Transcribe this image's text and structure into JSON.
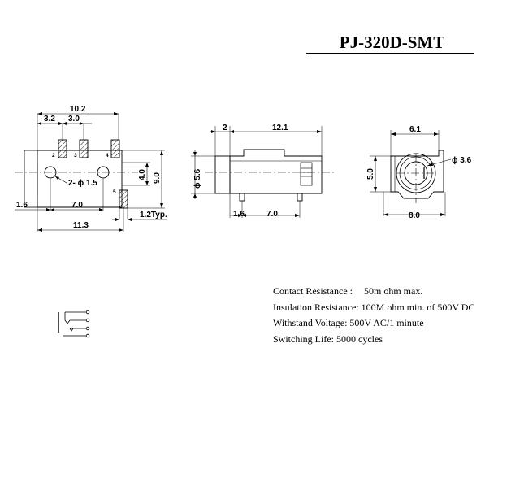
{
  "title": "PJ-320D-SMT",
  "specs": {
    "contact_resistance": {
      "label": "Contact Resistance :",
      "value": "50m ohm max."
    },
    "insulation_resistance": "Insulation Resistance: 100M ohm min. of 500V DC",
    "withstand_voltage": "Withstand Voltage: 500V AC/1 minute",
    "switching_life": "Switching Life: 5000 cycles"
  },
  "footprint_view": {
    "dim_overall_width": "10.2",
    "dim_pad_offset": "3.2",
    "dim_pad_pitch": "3.0",
    "dim_edge_hole": "1.6",
    "dim_hole_spacing": "7.0",
    "dim_body_length": "11.3",
    "dim_inner_height": "4.0",
    "dim_overall_height": "9.0",
    "dim_pad_width": "1.2Typ.",
    "hole_callout": "2- ϕ 1.5",
    "pin_labels": [
      "2",
      "3",
      "4",
      "5"
    ]
  },
  "side_view": {
    "dim_flange": "2",
    "dim_body": "12.1",
    "dim_diameter": "ϕ 5.6",
    "dim_pin_offset": "1.6",
    "dim_pin_spacing": "7.0"
  },
  "front_view": {
    "dim_top_width": "6.1",
    "dim_bore": "ϕ 3.6",
    "dim_height": "5.0",
    "dim_bottom_width": "8.0"
  }
}
